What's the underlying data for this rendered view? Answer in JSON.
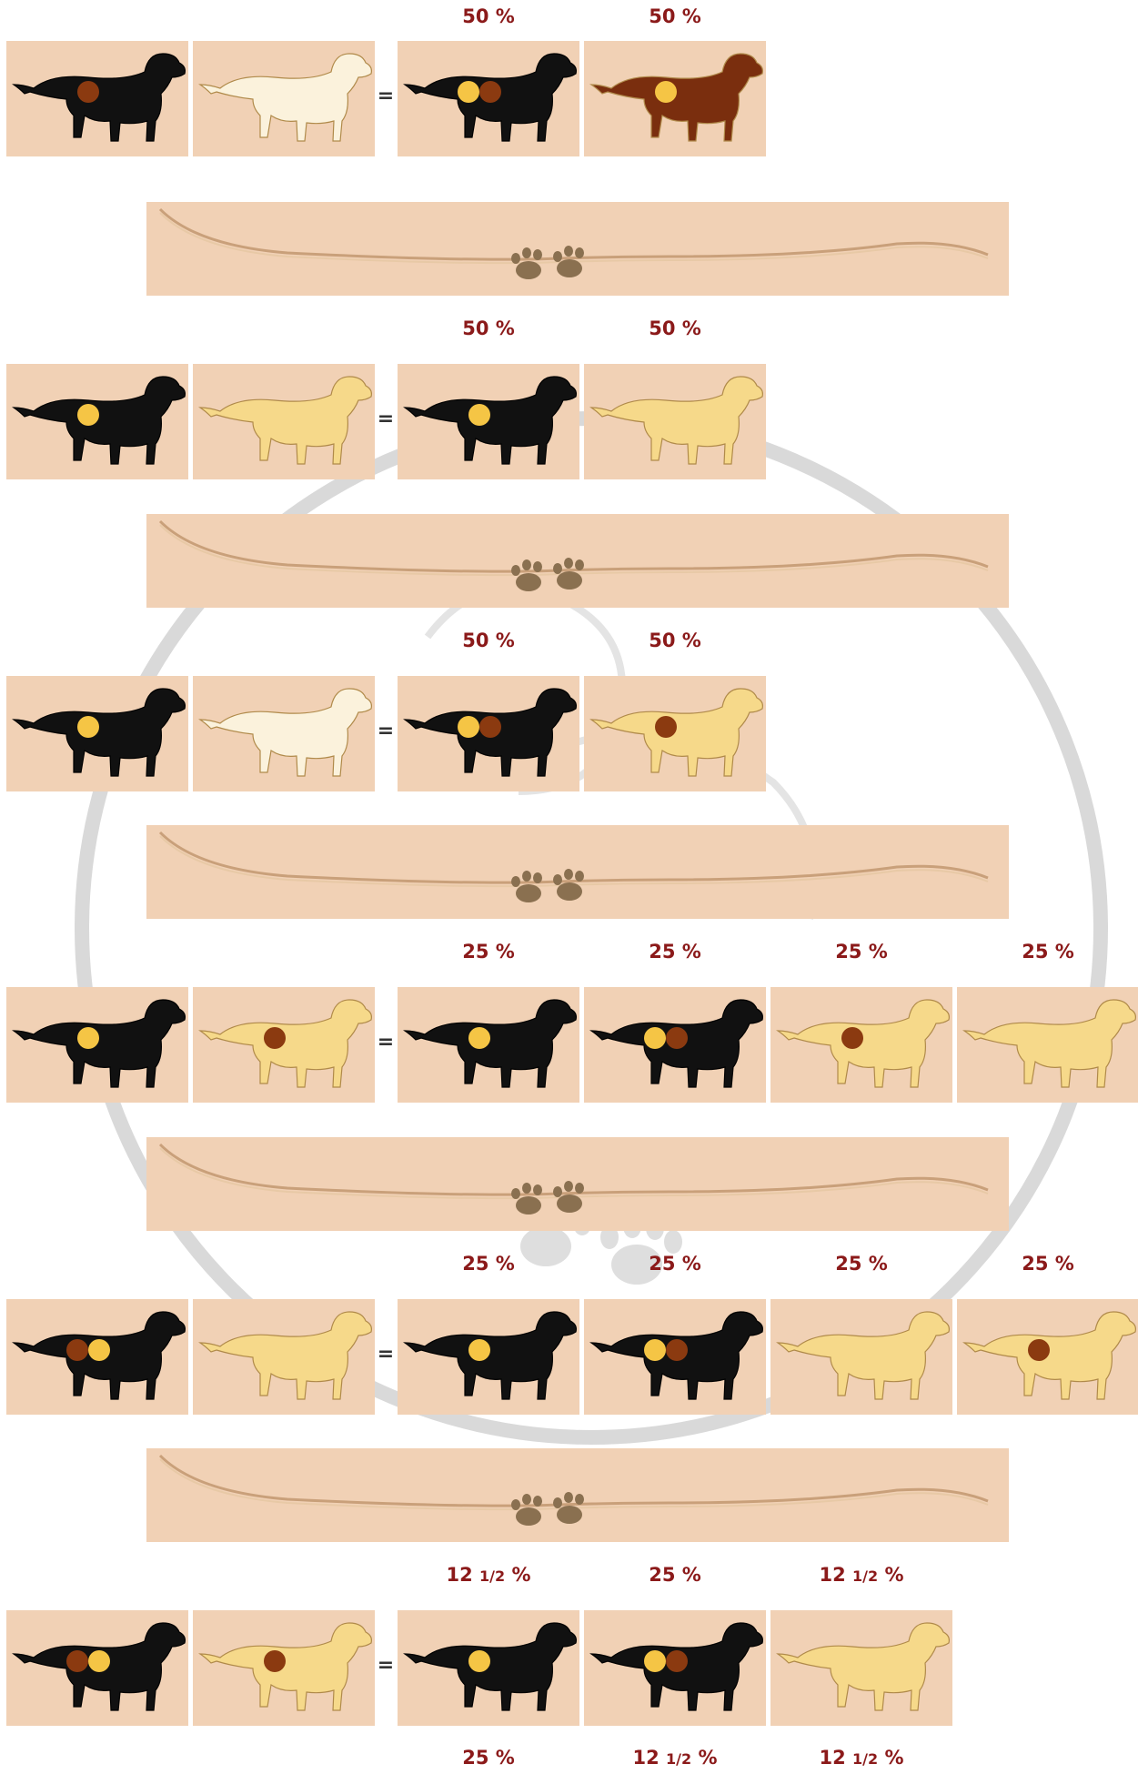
{
  "colors": {
    "tile_bg": "#f1d1b5",
    "black_dog": "#111111",
    "yellow_dog": "#f6d98a",
    "cream_dog": "#fbf2dc",
    "chocolate_dog": "#7a2e0e",
    "yellow_gene": "#f5c545",
    "brown_gene": "#8b3a10",
    "percent_text": "#8b1a1a"
  },
  "crosses": [
    {
      "percentages": [
        "50 %",
        "50 %"
      ],
      "parents": [
        {
          "coat": "black",
          "genes": [
            "brown"
          ]
        },
        {
          "coat": "cream",
          "genes": []
        }
      ],
      "offspring": [
        {
          "coat": "black",
          "genes": [
            "yellow",
            "brown"
          ]
        },
        {
          "coat": "chocolate",
          "genes": [
            "yellow"
          ]
        }
      ]
    },
    {
      "percentages": [
        "50 %",
        "50 %"
      ],
      "parents": [
        {
          "coat": "black",
          "genes": [
            "yellow"
          ]
        },
        {
          "coat": "yellow",
          "genes": []
        }
      ],
      "offspring": [
        {
          "coat": "black",
          "genes": [
            "yellow"
          ]
        },
        {
          "coat": "yellow",
          "genes": []
        }
      ]
    },
    {
      "percentages": [
        "50 %",
        "50 %"
      ],
      "parents": [
        {
          "coat": "black",
          "genes": [
            "yellow"
          ]
        },
        {
          "coat": "cream",
          "genes": []
        }
      ],
      "offspring": [
        {
          "coat": "black",
          "genes": [
            "yellow",
            "brown"
          ]
        },
        {
          "coat": "yellow",
          "genes": [
            "brown"
          ]
        }
      ]
    },
    {
      "percentages": [
        "25 %",
        "25 %",
        "25 %",
        "25 %"
      ],
      "parents": [
        {
          "coat": "black",
          "genes": [
            "yellow"
          ]
        },
        {
          "coat": "yellow",
          "genes": [
            "brown"
          ]
        }
      ],
      "offspring": [
        {
          "coat": "black",
          "genes": [
            "yellow"
          ]
        },
        {
          "coat": "black",
          "genes": [
            "yellow",
            "brown"
          ]
        },
        {
          "coat": "yellow",
          "genes": [
            "brown"
          ]
        },
        {
          "coat": "yellow",
          "genes": []
        }
      ]
    },
    {
      "percentages": [
        "25 %",
        "25 %",
        "25 %",
        "25 %"
      ],
      "parents": [
        {
          "coat": "black",
          "genes": [
            "brown",
            "yellow"
          ]
        },
        {
          "coat": "yellow",
          "genes": []
        }
      ],
      "offspring": [
        {
          "coat": "black",
          "genes": [
            "yellow"
          ]
        },
        {
          "coat": "black",
          "genes": [
            "yellow",
            "brown"
          ]
        },
        {
          "coat": "yellow",
          "genes": []
        },
        {
          "coat": "yellow",
          "genes": [
            "brown"
          ]
        }
      ]
    },
    {
      "percentages": [
        "12 1/2 %",
        "25 %",
        "12 1/2 %"
      ],
      "parents": [
        {
          "coat": "black",
          "genes": [
            "brown",
            "yellow"
          ]
        },
        {
          "coat": "yellow",
          "genes": [
            "brown"
          ]
        }
      ],
      "offspring": [
        {
          "coat": "black",
          "genes": [
            "yellow"
          ]
        },
        {
          "coat": "black",
          "genes": [
            "yellow",
            "brown"
          ]
        },
        {
          "coat": "yellow",
          "genes": []
        }
      ],
      "percentages_below": [
        "25 %",
        "12 1/2 %",
        "12 1/2 %"
      ]
    }
  ]
}
